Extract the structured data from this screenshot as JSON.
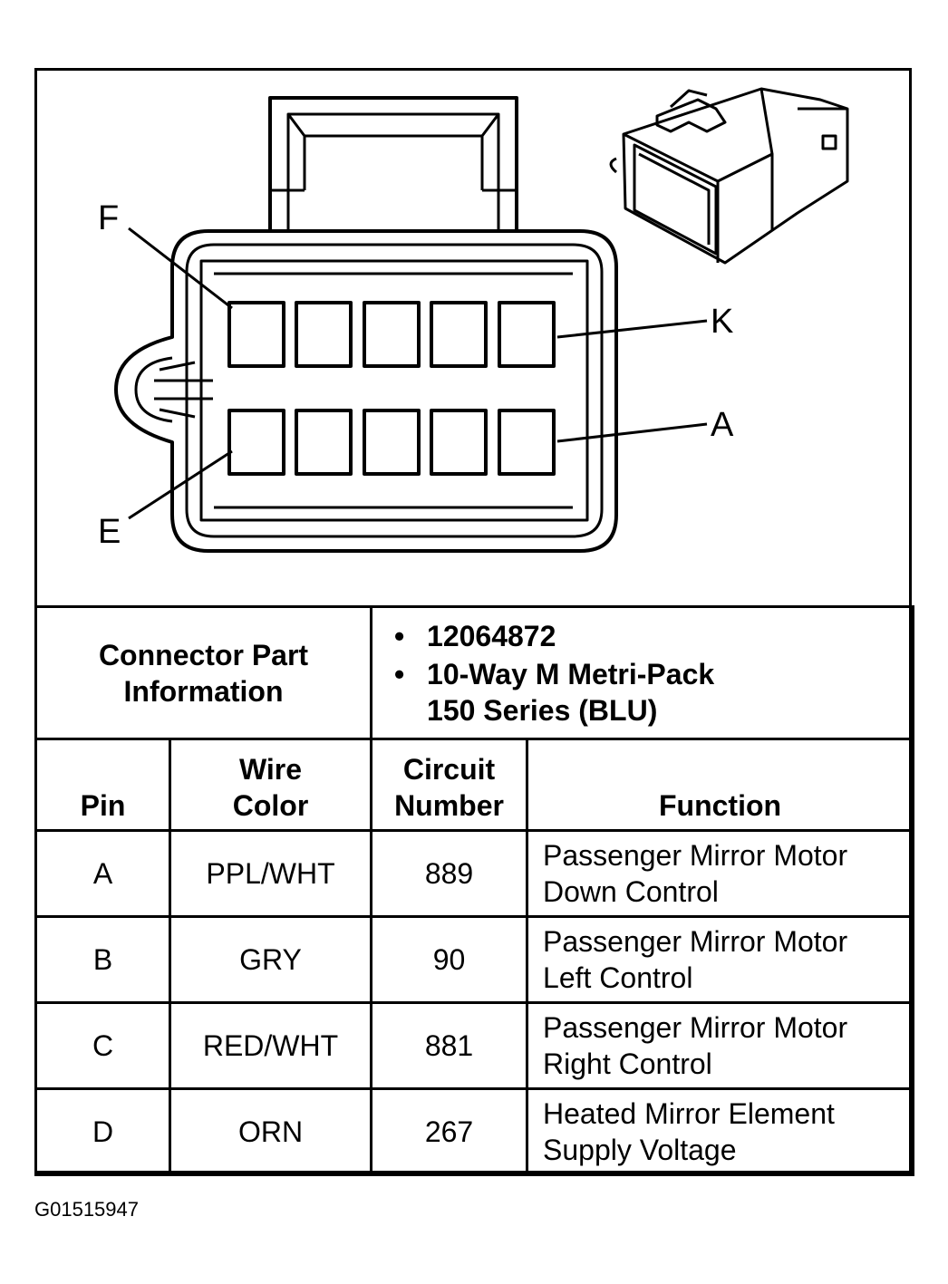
{
  "pin_labels": {
    "F": "F",
    "K": "K",
    "A": "A",
    "E": "E"
  },
  "connector_part_information": {
    "title_line1": "Connector Part",
    "title_line2": "Information",
    "items": [
      {
        "bullet": "•",
        "lines": [
          "12064872"
        ]
      },
      {
        "bullet": "•",
        "lines": [
          "10-Way M Metri-Pack",
          "150 Series (BLU)"
        ]
      }
    ]
  },
  "columns": {
    "pin": "Pin",
    "wire_color_line1": "Wire",
    "wire_color_line2": "Color",
    "circuit_line1": "Circuit",
    "circuit_line2": "Number",
    "function": "Function"
  },
  "rows": [
    {
      "pin": "A",
      "wire": "PPL/WHT",
      "circuit": "889",
      "function_line1": "Passenger Mirror Motor",
      "function_line2": "Down Control"
    },
    {
      "pin": "B",
      "wire": "GRY",
      "circuit": "90",
      "function_line1": "Passenger Mirror Motor",
      "function_line2": "Left Control"
    },
    {
      "pin": "C",
      "wire": "RED/WHT",
      "circuit": "881",
      "function_line1": "Passenger Mirror Motor",
      "function_line2": "Right Control"
    },
    {
      "pin": "D",
      "wire": "ORN",
      "circuit": "267",
      "function_line1": "Heated Mirror Element",
      "function_line2": "Supply Voltage"
    }
  ],
  "footnote": "G01515947"
}
